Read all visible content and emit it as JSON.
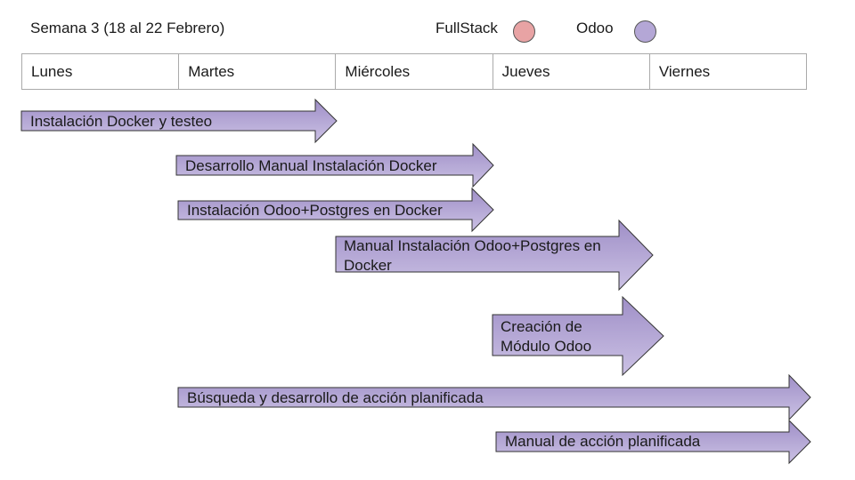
{
  "header": {
    "week_title": "Semana 3 (18 al 22 Febrero)"
  },
  "legend": [
    {
      "label": "FullStack",
      "color": "#e8a3a4"
    },
    {
      "label": "Odoo",
      "color": "#b4a7d6"
    }
  ],
  "days": [
    "Lunes",
    "Martes",
    "Miércoles",
    "Jueves",
    "Viernes"
  ],
  "colors": {
    "arrow_fill_top": "#9f8fc7",
    "arrow_fill_bottom": "#cbc1e4",
    "arrow_stroke": "#333333",
    "grid_border": "#aaaaaa"
  },
  "tasks": [
    {
      "label": "Instalación Docker y testeo",
      "category": "Odoo"
    },
    {
      "label": "Desarrollo Manual Instalación Docker",
      "category": "Odoo"
    },
    {
      "label": "Instalación Odoo+Postgres en Docker",
      "category": "Odoo"
    },
    {
      "label": "Manual Instalación Odoo+Postgres en Docker",
      "category": "Odoo"
    },
    {
      "label": "Creación de Módulo Odoo",
      "category": "Odoo"
    },
    {
      "label": "Búsqueda y desarrollo de acción planificada",
      "category": "Odoo"
    },
    {
      "label": "Manual de acción planificada",
      "category": "Odoo"
    }
  ]
}
